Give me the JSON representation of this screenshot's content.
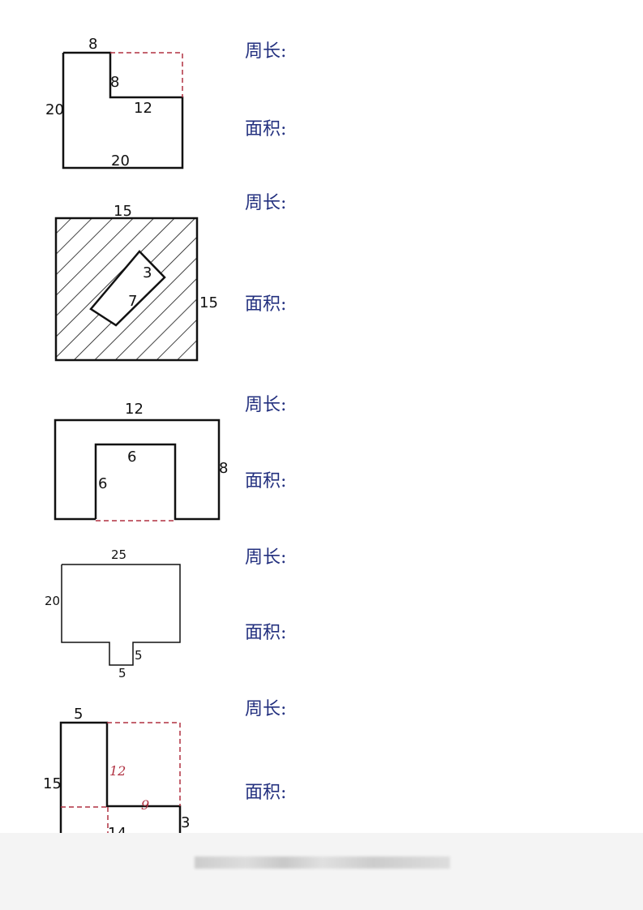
{
  "labels": {
    "perimeter": "周长:",
    "area": "面积:"
  },
  "figures": [
    {
      "dims": [
        "8",
        "8",
        "20",
        "12",
        "20"
      ]
    },
    {
      "dims": [
        "15",
        "3",
        "7",
        "15"
      ]
    },
    {
      "dims": [
        "12",
        "6",
        "6",
        "8"
      ]
    },
    {
      "dims": [
        "25",
        "20",
        "5",
        "5"
      ]
    },
    {
      "dims": [
        "5",
        "15",
        "3",
        "14"
      ],
      "handwritten": [
        "12",
        "9"
      ]
    }
  ],
  "colors": {
    "label": "#23307f",
    "dashed": "#b03040"
  }
}
